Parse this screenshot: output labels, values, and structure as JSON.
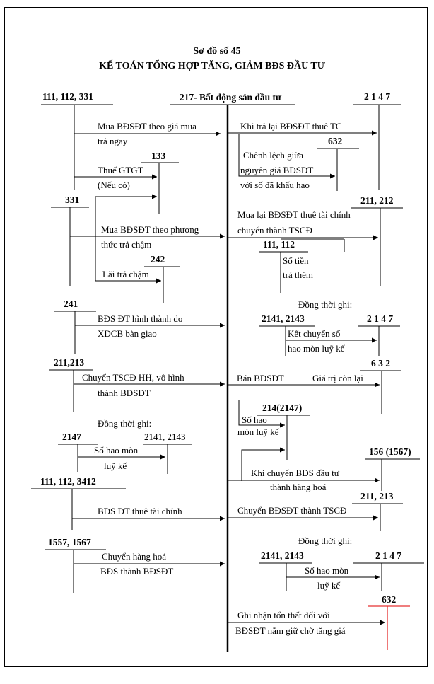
{
  "header": {
    "number": "Sơ đồ số 45",
    "title": "KẾ TOÁN TỔNG HỢP TĂNG, GIẢM BĐS ĐẦU TƯ",
    "center_account": "217- Bất động sản đầu tư"
  },
  "accounts": {
    "a_111_112_331": "111, 112, 331",
    "a_2147_top": "2 1 4 7",
    "a_632_a": "632",
    "a_133": "133",
    "a_331": "331",
    "a_211_212": "211, 212",
    "a_111_112": "111, 112",
    "a_242": "242",
    "a_241": "241",
    "a_2141_2143_a": "2141, 2143",
    "a_2147_mid": "2 1 4 7",
    "a_211_213_left": "211,213",
    "a_632_b": "6 3 2",
    "a_214_2147": "214(2147)",
    "a_2147_left": "2147",
    "a_2141_2143_b": "2141, 2143",
    "a_156": "156 (1567)",
    "a_111_112_3412": "111, 112, 3412",
    "a_211_213_right": "211, 213",
    "a_1557_1567": "1557, 1567",
    "a_2141_2143_c": "2141, 2143",
    "a_2147_bot": "2 1 4 7",
    "a_632_c": "632"
  },
  "labels": {
    "buy_1": "Mua BĐSĐT theo giá mua",
    "buy_2": "trả ngay",
    "vat_1": "Thuế GTGT",
    "vat_2": "(Nếu có)",
    "deferred_1": "Mua BĐSĐT theo phương",
    "deferred_2": "thức trả chậm",
    "interest": "Lãi trả chậm",
    "return_fl": "Khi trả lại BĐSĐT thuê TC",
    "diff_1": "Chênh lệch giữa",
    "diff_2": "nguyên giá BĐSĐT",
    "diff_3": "với số đã khấu hao",
    "rebuy_1": "Mua lại BĐSĐT thuê tài chính",
    "rebuy_2": "chuyển thành TSCĐ",
    "extra_1": "Số tiền",
    "extra_2": "trả thêm",
    "xdcb_1": "BĐS ĐT hình thành do",
    "xdcb_2": "XDCB bàn giao",
    "concurrent_1": "Đồng thời ghi:",
    "transfer_dep_1": "Kết chuyển số",
    "transfer_dep_2": "hao mòn luỹ kế",
    "conv_fa_1": "Chuyển TSCĐ HH, vô hình",
    "conv_fa_2": "thành BĐSĐT",
    "sell": "Bán BĐSĐT",
    "remaining": "Giá trị còn lại",
    "concurrent_2": "Đồng thời ghi:",
    "acc_dep_left_1": "Số hao mòn",
    "acc_dep_left_2": "luỹ kế",
    "acc_dep_mid_1": "Số hao",
    "acc_dep_mid_2": "mòn luỹ kế",
    "to_goods_1": "Khi chuyển  BĐS đầu tư",
    "to_goods_2": "thành  hàng  hoá",
    "fin_lease": "BĐS ĐT thuê tài chính",
    "to_fa": "Chuyển BĐSĐT thành TSCĐ",
    "goods_to_1": "Chuyển hàng hoá",
    "goods_to_2": "BĐS thành BĐSĐT",
    "concurrent_3": "Đồng thời ghi:",
    "acc_dep_bot_1": "Số hao mòn",
    "acc_dep_bot_2": "luỹ kế",
    "loss_1": "Ghi nhận tổn thất đối với",
    "loss_2": "BĐSĐT nắm giữ chờ tăng giá"
  },
  "colors": {
    "line": "#000000",
    "highlight": "#e53030"
  }
}
